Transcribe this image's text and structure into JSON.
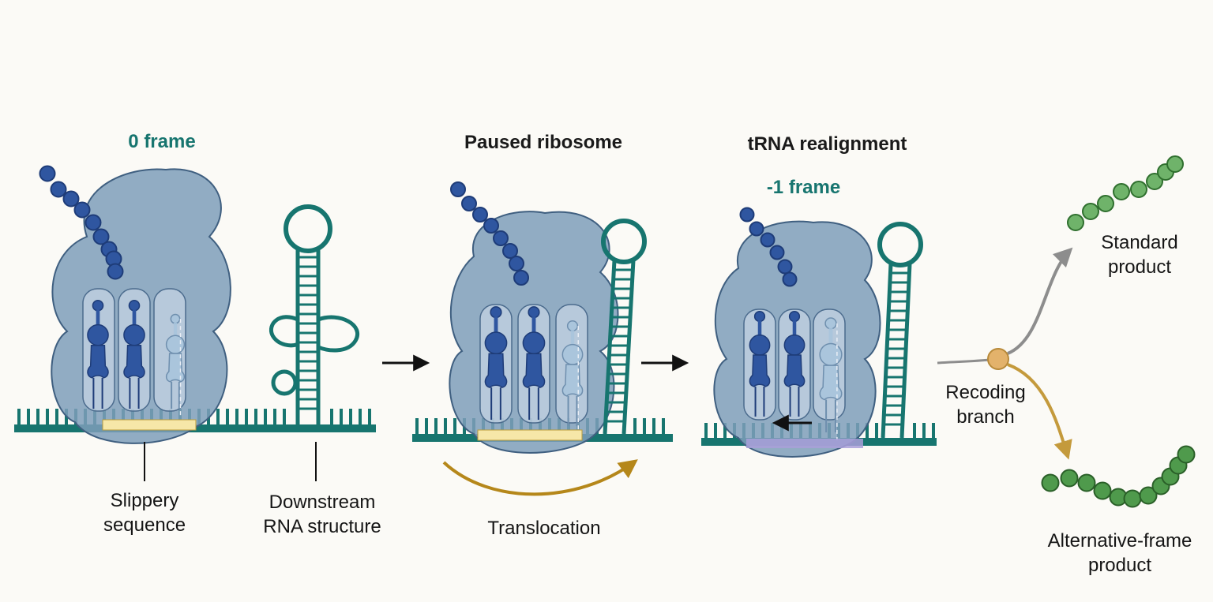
{
  "labels": {
    "zero_frame": "0 frame",
    "paused_ribosome": "Paused ribosome",
    "trna_realignment": "tRNA realignment",
    "minus_one_frame": "-1 frame",
    "slippery_sequence": [
      "Slippery",
      "sequence"
    ],
    "downstream_structure": [
      "Downstream",
      "RNA structure"
    ],
    "translocation": "Translocation",
    "recoding_branch": [
      "Recoding",
      "branch"
    ],
    "standard_product": [
      "Standard",
      "product"
    ],
    "alternative_product": [
      "Alternative-frame",
      "product"
    ]
  },
  "colors": {
    "background": "#fbfaf6",
    "mrna_teal": "#17756f",
    "ribosome": "#6f8fae",
    "peptide_blue": "#2f56a0",
    "product_green": "#4f9a4c",
    "slippery_yellow": "#f6e7a8",
    "shifted_purple": "#a99fd9",
    "translocation_arrow": "#b5871a",
    "branch_gold": "#c49a3c",
    "standard_arrow": "#8d8d8d"
  }
}
